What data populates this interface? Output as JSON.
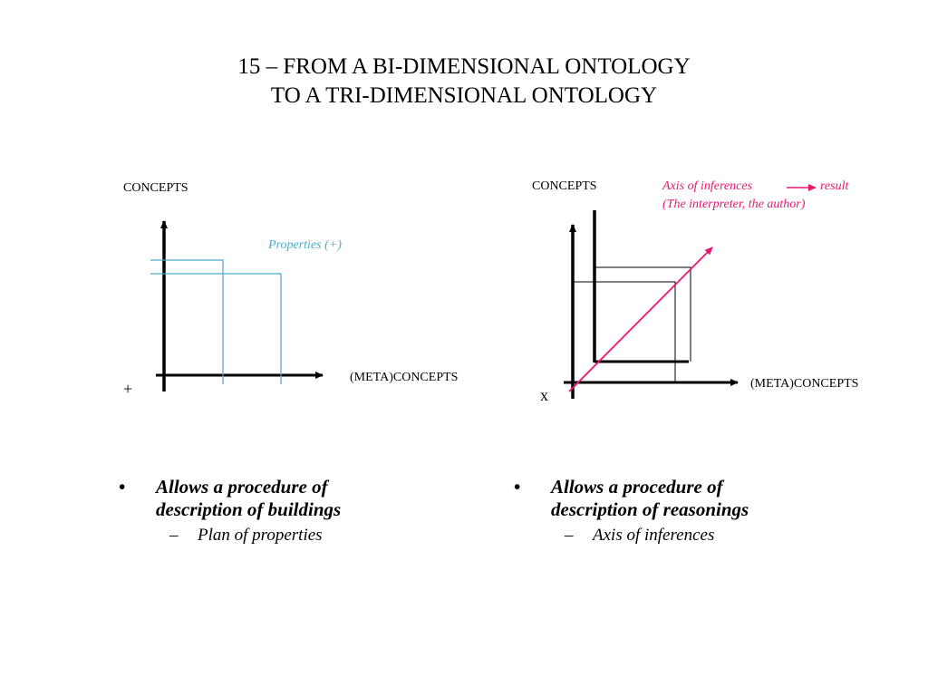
{
  "title": {
    "line1": "15 – FROM A BI-DIMENSIONAL ONTOLOGY",
    "line2": "TO A TRI-DIMENSIONAL ONTOLOGY"
  },
  "left_diagram": {
    "y_label": "CONCEPTS",
    "x_label": "(META)CONCEPTS",
    "origin_mark": "+",
    "properties_label": "Properties (+)"
  },
  "right_diagram": {
    "y_label": "CONCEPTS",
    "x_label": "(META)CONCEPTS",
    "origin_mark": "x",
    "inference_label": "Axis of inferences",
    "result_label": "result",
    "interpreter_label": "(The interpreter, the author)"
  },
  "colors": {
    "properties": "#4bacc6",
    "inference": "#e8186f",
    "axis": "#000000",
    "grid": "#000000"
  },
  "left_bullets": {
    "bullet": "•",
    "line1": "Allows a procedure of",
    "line2": "description of buildings",
    "dash": "–",
    "sub": "Plan of properties"
  },
  "right_bullets": {
    "bullet": "•",
    "line1": "Allows a procedure of",
    "line2": "description of reasonings",
    "dash": "–",
    "sub": "Axis of inferences"
  }
}
